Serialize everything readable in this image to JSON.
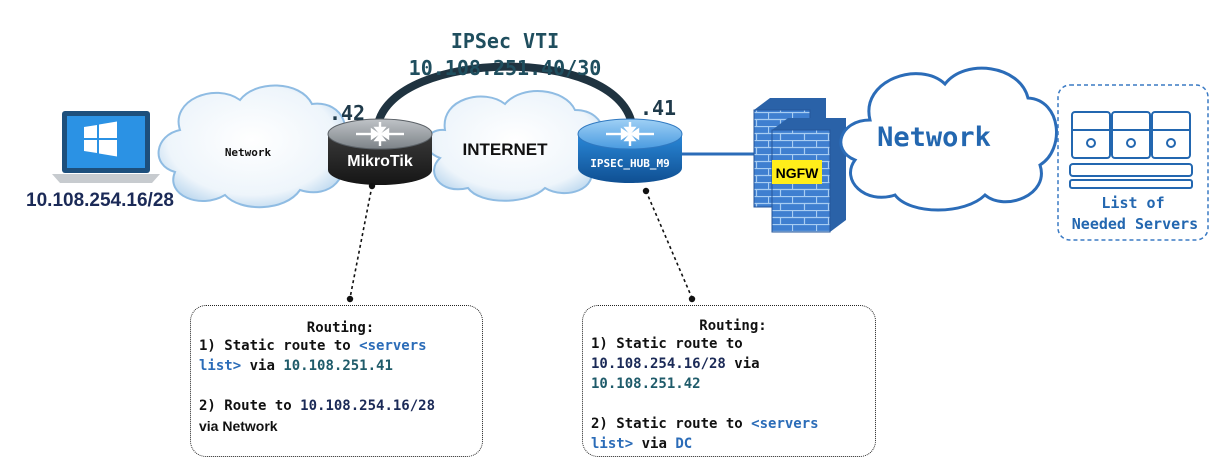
{
  "tunnel": {
    "name": "IPSec VTI",
    "subnet": "10.108.251.40/30"
  },
  "left_ip_suffix": ".42",
  "right_ip_suffix": ".41",
  "client_subnet": "10.108.254.16/28",
  "network_cloud_left": "Network",
  "internet_cloud": "INTERNET",
  "router_left": "MikroTik",
  "router_right": "IPSEC_HUB_M9",
  "firewall": "NGFW",
  "network_cloud_right": "Network",
  "servers": {
    "line1": "List of",
    "line2": "Needed Servers"
  },
  "box_left": {
    "title": "Routing:",
    "r1_prefix": "1) Static route to ",
    "r1_target_a": "<servers",
    "r1_target_b": "list>",
    "r1_via": " via ",
    "r1_gw": "10.108.251.41",
    "r2_prefix": "2) Route to ",
    "r2_net": "10.108.254.16/28",
    "r2_via": "via Network"
  },
  "box_right": {
    "title": "Routing:",
    "r1_prefix": "1) Static route to",
    "r1_net": "10.108.254.16/28",
    "r1_via": " via",
    "r1_gw": "10.108.251.42",
    "r2_prefix": "2) Static route to ",
    "r2_target_a": "<servers",
    "r2_target_b": "list>",
    "r2_via": " via ",
    "r2_gw": "DC"
  },
  "colors": {
    "link": "#2b6cb8",
    "router_dark": "#2c2c2c",
    "router_blue": "#1f74c6",
    "firewall": "#3f7fd0",
    "tunnel": "#1f3340"
  }
}
